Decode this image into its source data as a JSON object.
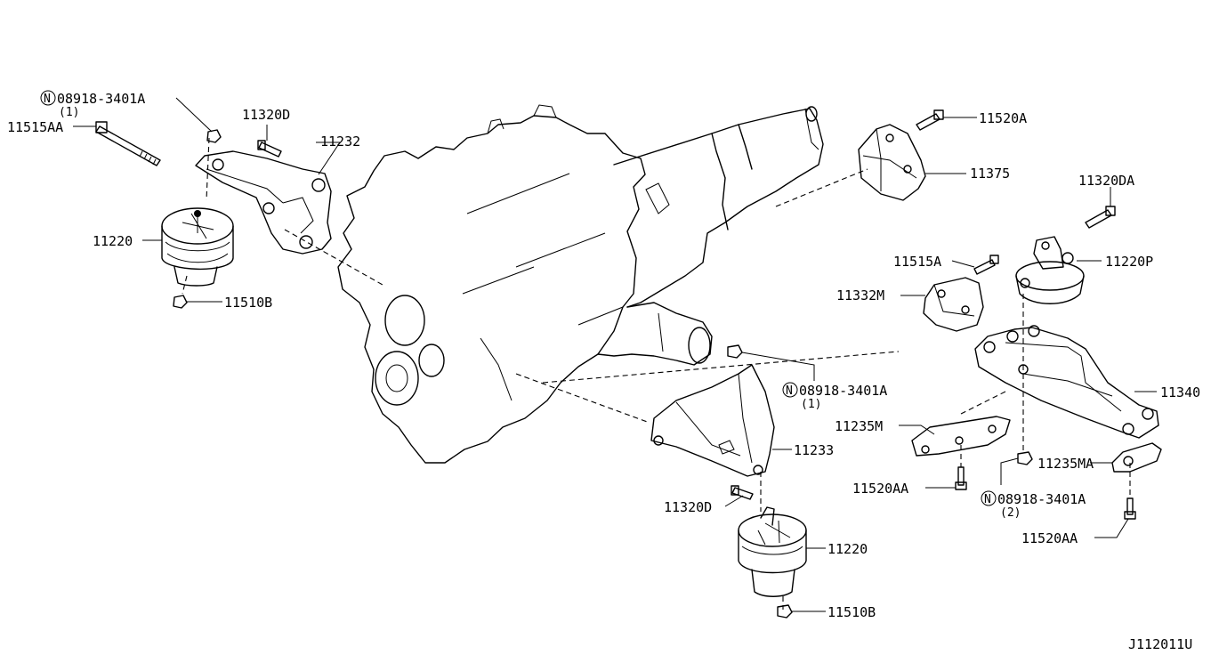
{
  "diagram": {
    "code": "J112011U",
    "labels": {
      "nut_top_left": "08918-3401A",
      "nut_top_left_qty": "(1)",
      "bolt_11515AA": "11515AA",
      "bolt_11320D_top": "11320D",
      "bracket_11232": "11232",
      "insulator_left": "11220",
      "nut_11510B_left": "11510B",
      "bolt_11520A": "11520A",
      "member_11375": "11375",
      "bolt_11320DA": "11320DA",
      "bolt_11515A": "11515A",
      "insulator_11220P": "11220P",
      "bracket_11332M": "11332M",
      "member_11340": "11340",
      "nut_center": "08918-3401A",
      "nut_center_qty": "(1)",
      "plate_11235M": "11235M",
      "bracket_11233": "11233",
      "plate_11235MA": "11235MA",
      "bolt_11520AA_left": "11520AA",
      "nut_bottom_right": "08918-3401A",
      "nut_bottom_right_qty": "(2)",
      "bolt_11520AA_right": "11520AA",
      "bolt_11320D_bottom": "11320D",
      "insulator_bottom": "11220",
      "nut_11510B_bottom": "11510B"
    },
    "nut_symbol": "N"
  }
}
